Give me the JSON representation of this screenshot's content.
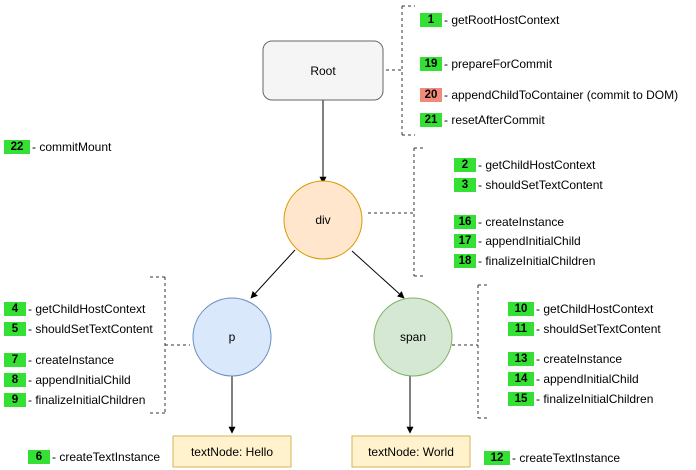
{
  "colors": {
    "badge_green": "#33e033",
    "badge_red": "#f08a7a",
    "root_fill": "#f5f5f5",
    "div_fill": "#ffe6cc",
    "div_stroke": "#d79b00",
    "p_fill": "#dae8fc",
    "p_stroke": "#6c8ebf",
    "span_fill": "#d5e8d4",
    "span_stroke": "#82b366",
    "text_fill": "#fff2cc",
    "text_stroke": "#d6b656"
  },
  "nodes": {
    "root": "Root",
    "div": "div",
    "p": "p",
    "span": "span",
    "text_hello": "textNode: Hello",
    "text_world": "textNode: World"
  },
  "steps": {
    "root": [
      {
        "num": "1",
        "label": "getRootHostContext",
        "color": "green"
      },
      {
        "num": "19",
        "label": "prepareForCommit",
        "color": "green"
      },
      {
        "num": "20",
        "label": "appendChildToContainer (commit to DOM)",
        "color": "red"
      },
      {
        "num": "21",
        "label": "resetAfterCommit",
        "color": "green"
      }
    ],
    "mount": [
      {
        "num": "22",
        "label": "commitMount",
        "color": "green"
      }
    ],
    "div": [
      {
        "num": "2",
        "label": "getChildHostContext",
        "color": "green"
      },
      {
        "num": "3",
        "label": "shouldSetTextContent",
        "color": "green"
      },
      {
        "num": "16",
        "label": "createInstance",
        "color": "green"
      },
      {
        "num": "17",
        "label": "appendInitialChild",
        "color": "green"
      },
      {
        "num": "18",
        "label": "finalizeInitialChildren",
        "color": "green"
      }
    ],
    "p": [
      {
        "num": "4",
        "label": "getChildHostContext",
        "color": "green"
      },
      {
        "num": "5",
        "label": "shouldSetTextContent",
        "color": "green"
      },
      {
        "num": "7",
        "label": "createInstance",
        "color": "green"
      },
      {
        "num": "8",
        "label": "appendInitialChild",
        "color": "green"
      },
      {
        "num": "9",
        "label": "finalizeInitialChildren",
        "color": "green"
      }
    ],
    "span": [
      {
        "num": "10",
        "label": "getChildHostContext",
        "color": "green"
      },
      {
        "num": "11",
        "label": "shouldSetTextContent",
        "color": "green"
      },
      {
        "num": "13",
        "label": "createInstance",
        "color": "green"
      },
      {
        "num": "14",
        "label": "appendInitialChild",
        "color": "green"
      },
      {
        "num": "15",
        "label": "finalizeInitialChildren",
        "color": "green"
      }
    ],
    "text_hello": [
      {
        "num": "6",
        "label": "createTextInstance",
        "color": "green"
      }
    ],
    "text_world": [
      {
        "num": "12",
        "label": "createTextInstance",
        "color": "green"
      }
    ]
  }
}
